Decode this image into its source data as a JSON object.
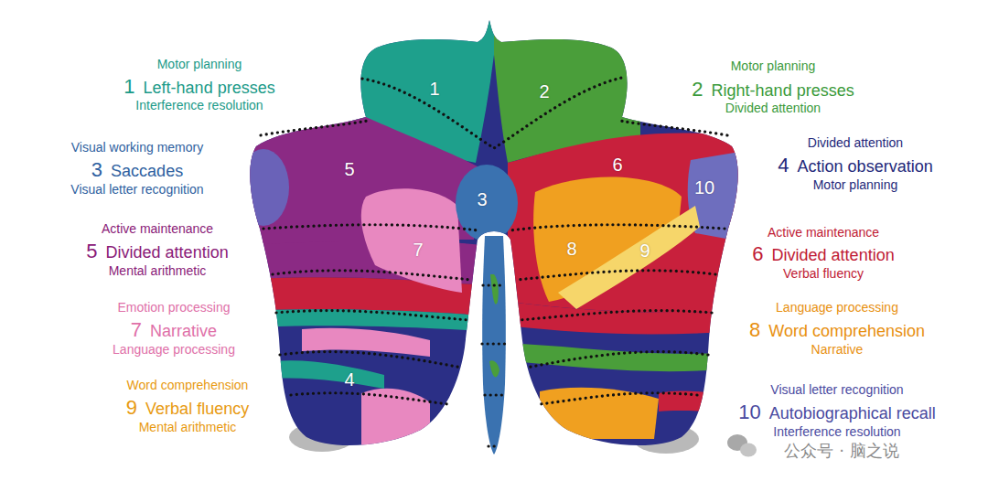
{
  "diagram": {
    "labels": [
      "Motor planning",
      "1",
      "Left-hand presses",
      "Interference resolution",
      "Motor planning",
      "2",
      "Right-hand presses",
      "Divided attention",
      "Visual working memory",
      "3",
      "Saccades",
      "Visual letter recognition",
      "Divided attention",
      "4",
      "Action observation",
      "Motor planning",
      "Active maintenance",
      "5",
      "Divided attention",
      "Mental arithmetic",
      "Active maintenance",
      "6",
      "Divided attention",
      "Verbal fluency",
      "Emotion processing",
      "7",
      "Narrative",
      "Language processing",
      "Language processing",
      "8",
      "Word comprehension",
      "Narrative",
      "Word comprehension",
      "9",
      "Verbal fluency",
      "Mental arithmetic",
      "Visual letter recognition",
      "10",
      "Autobiographical recall",
      "Interference resolution",
      "1",
      "2",
      "5",
      "6",
      "10",
      "3",
      "7",
      "8",
      "9",
      "4",
      "公众号 · 脑之说"
    ]
  }
}
